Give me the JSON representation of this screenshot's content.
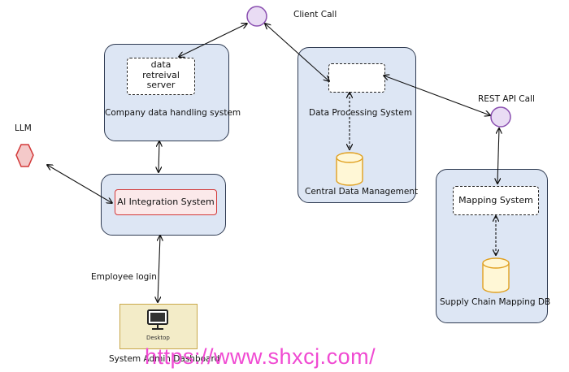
{
  "nodes": {
    "client_call": "Client Call",
    "rest_api_call": "REST API Call",
    "llm": "LLM",
    "company_system": "Company data handling system",
    "data_retrieval_server": [
      "data",
      "retreival",
      "server"
    ],
    "ai_integration": "AI Integration System",
    "data_processing": "Data Processing System",
    "central_data_management": "Central Data Management",
    "mapping_system": "Mapping System",
    "supply_chain_db": "Supply Chain Mapping DB",
    "desktop_caption": "Desktop",
    "system_admin_dashboard": "System Admin Dashboard"
  },
  "edges": {
    "employee_login": "Employee login"
  },
  "watermark": "https://www.shxcj.com/",
  "colors": {
    "system_fill": "#dde6f4",
    "circle_fill": "#e9dcf4",
    "circle_stroke": "#8a4fb0",
    "hexagon_fill": "#f4c9c9",
    "hexagon_stroke": "#d33a3a",
    "ai_border": "#d33a3a",
    "db_fill": "#fff7d6",
    "db_stroke": "#e0a020",
    "desktop_fill": "#f3ecc8",
    "watermark": "#f04ad2"
  }
}
